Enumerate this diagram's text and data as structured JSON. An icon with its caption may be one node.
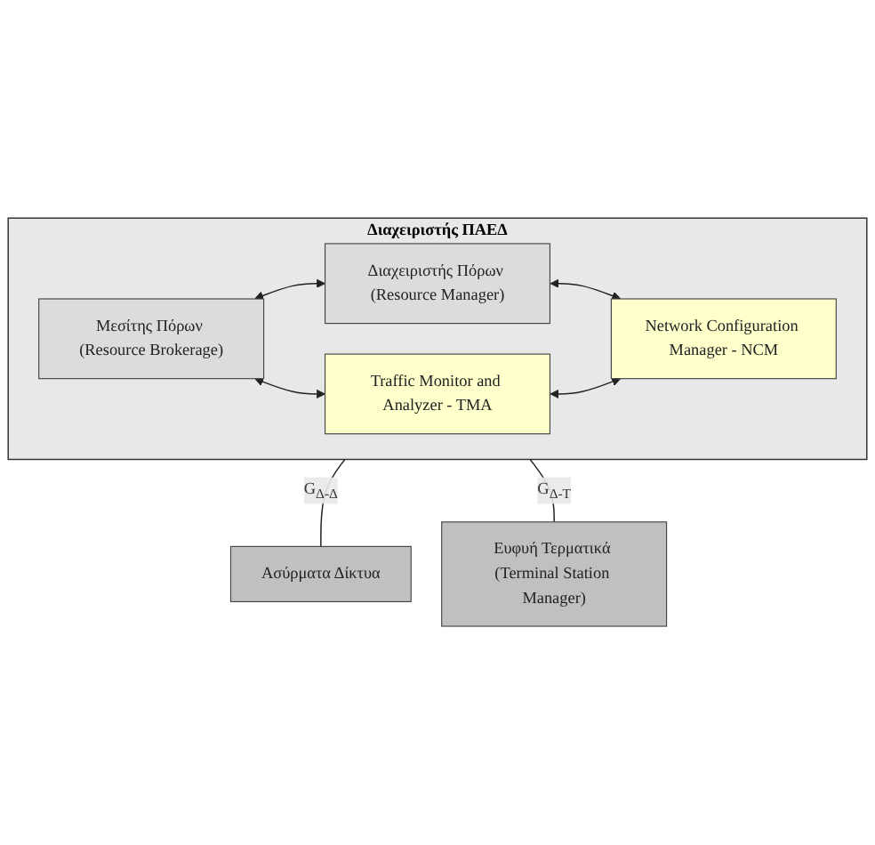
{
  "diagram": {
    "nodes": [
      {
        "text": [
          "Διαχειριστής ΠΑΕΔ"
        ]
      },
      {
        "text": [
          "Μεσίτης Πόρων (Resource Brokerage)"
        ],
        "in": 0
      },
      {
        "text": [
          "Διαχειριστής Πόρων (Resource Manager)"
        ],
        "in": 0
      },
      {
        "text": [
          "Traffic Monitor and Analyzer - TMA"
        ],
        "in": 0
      },
      {
        "text": [
          "Network Configuration Manager - NCM"
        ],
        "in": 0
      },
      {
        "text": [
          "Ασύρματα Δίκτυα"
        ]
      },
      {
        "text": [
          "Ευφυή Τερματικά (Terminal Station Manager)"
        ]
      }
    ],
    "edges": [
      {
        "from": 1,
        "to": 2,
        "arrow": "both"
      },
      {
        "from": 1,
        "to": 3,
        "arrow": "both"
      },
      {
        "from": 2,
        "to": 4,
        "arrow": "both"
      },
      {
        "from": 3,
        "to": 4,
        "arrow": "both"
      },
      {
        "from": 0,
        "to": 5,
        "arrow": "none",
        "label": "G$_{Δ-Δ}$"
      },
      {
        "from": 0,
        "to": 6,
        "arrow": "none",
        "label": "G$_{Δ-T}$"
      }
    ]
  }
}
